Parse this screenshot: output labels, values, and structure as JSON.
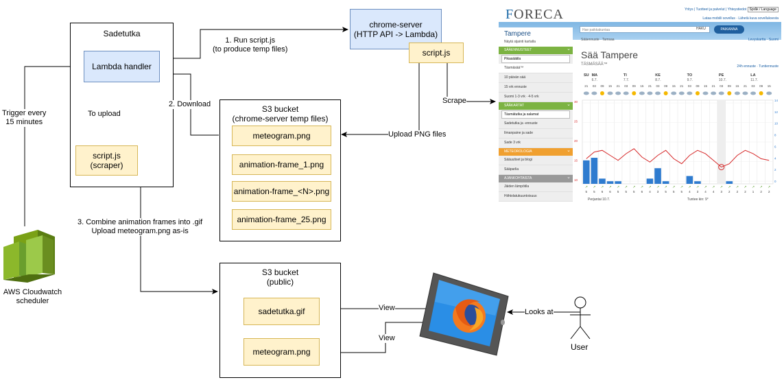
{
  "diagram": {
    "sadetutka_box": {
      "title": "Sadetutka"
    },
    "lambda_handler": {
      "label": "Lambda handler"
    },
    "script_scraper": {
      "line1": "script.js",
      "line2": "(scraper)"
    },
    "to_upload": "To upload",
    "trigger": {
      "line1": "Trigger every",
      "line2": "15 minutes"
    },
    "cloudwatch": {
      "line1": "AWS Cloudwatch",
      "line2": "scheduler"
    },
    "chrome_server": {
      "line1": "chrome-server",
      "line2": "(HTTP API -> Lambda)"
    },
    "chrome_script": "script.js",
    "step1": {
      "line1": "1. Run script.js",
      "line2": "(to produce temp files)"
    },
    "step2": "2. Download",
    "step3": {
      "line1": "3. Combine animation frames into .gif",
      "line2": "Upload meteogram.png as-is"
    },
    "scrape": "Scrape",
    "upload_png": "Upload PNG files",
    "s3_temp": {
      "title1": "S3 bucket",
      "title2": "(chrome-server temp files)",
      "files": [
        "meteogram.png",
        "animation-frame_1.png",
        "animation-frame_<N>.png",
        "animation-frame_25.png"
      ]
    },
    "s3_public": {
      "title1": "S3 bucket",
      "title2": "(public)",
      "files": [
        "sadetutka.gif",
        "meteogram.png"
      ]
    },
    "view1": "View",
    "view2": "View",
    "looks_at": "Looks at",
    "user": "User"
  },
  "foreca": {
    "logo_prefix": "F",
    "logo_rest": "ORECA",
    "toplinks": "Yritys | Tuotteet ja palvelut | Yhteystiedot",
    "lang": "Språk / Language",
    "sublinks": "Lataa mobiili sovellus · Lähetä kuva sovelluksesta",
    "search_placeholder": "Hae paikkakuntaa",
    "search_btn": "HAKU",
    "paikanna": "PAIKANNA",
    "location": "Tampere",
    "location_sub": "Näytä sijainti kartalla",
    "crumb": "Sääennuste · Tamsaa",
    "links": "Levyskartta · Suomi",
    "heading": "Sää Tampere",
    "tasmasaa": "TÄSMÄSÄÄ™",
    "h24": "24h ennuste · Tuntiennuste",
    "side": {
      "sec1": "SÄÄENNUSTEET",
      "sel1": "Pikasäätila",
      "items1": [
        "Täsmäsää™",
        "10 päivän sää",
        "15 vrk ennuste",
        "Suomi 1-3 vrk · 4-5 vrk"
      ],
      "sec2": "SÄÄKARTAT",
      "sel2": "Täsmätutka ja salamat",
      "items2": [
        "Sadetutka ja -ennuste",
        "Ilmanpaine ja sade",
        "Sade 3 vrk"
      ],
      "sec3": "METEOROLOGIA",
      "items3": [
        "Sääuutiset ja blogi",
        "Sääparlia"
      ],
      "sec4": "AJANKOHTAISTA",
      "items4": [
        "Jäiden lämpötila",
        "Hiihtolatukuuntoisuus"
      ]
    },
    "days": [
      {
        "day": "SU",
        "date": ""
      },
      {
        "day": "MA",
        "date": "6.7."
      },
      {
        "day": "TI",
        "date": "7.7."
      },
      {
        "day": "KE",
        "date": "8.7."
      },
      {
        "day": "TO",
        "date": "9.7."
      },
      {
        "day": "PE",
        "date": "10.7."
      },
      {
        "day": "LA",
        "date": "11.7."
      }
    ],
    "hours": [
      "21",
      "03",
      "09",
      "15",
      "21",
      "03",
      "09",
      "15",
      "21",
      "03",
      "09",
      "15",
      "21",
      "03",
      "09",
      "15",
      "21",
      "03",
      "09",
      "15",
      "21",
      "03",
      "09",
      "15"
    ],
    "y_left": [
      "30",
      "25",
      "20",
      "15",
      "10"
    ],
    "y_right": [
      "14",
      "12",
      "10",
      "8",
      "6",
      "4",
      "2",
      "0"
    ],
    "winds": [
      "5",
      "5",
      "6",
      "6",
      "5",
      "5",
      "5",
      "6",
      "4",
      "3",
      "5",
      "5",
      "5",
      "4",
      "3",
      "4",
      "4",
      "3",
      "2",
      "2",
      "2",
      "1",
      "2",
      "2"
    ],
    "foot_left": "Perjantai 10.7.",
    "foot_right": "Tuntee kin: 9°"
  },
  "colors": {
    "blue_fill": "#dae8fc",
    "blue_stroke": "#6c8ebf",
    "yellow_fill": "#fff2cc",
    "yellow_stroke": "#d6b656",
    "cw_green": "#6a9e2d",
    "temp_line": "#d62728",
    "precip": "#2e7bcf"
  },
  "icons": [
    "cloudwatch-icon",
    "tablet-icon",
    "firefox-icon",
    "user-icon",
    "weather-icons"
  ]
}
